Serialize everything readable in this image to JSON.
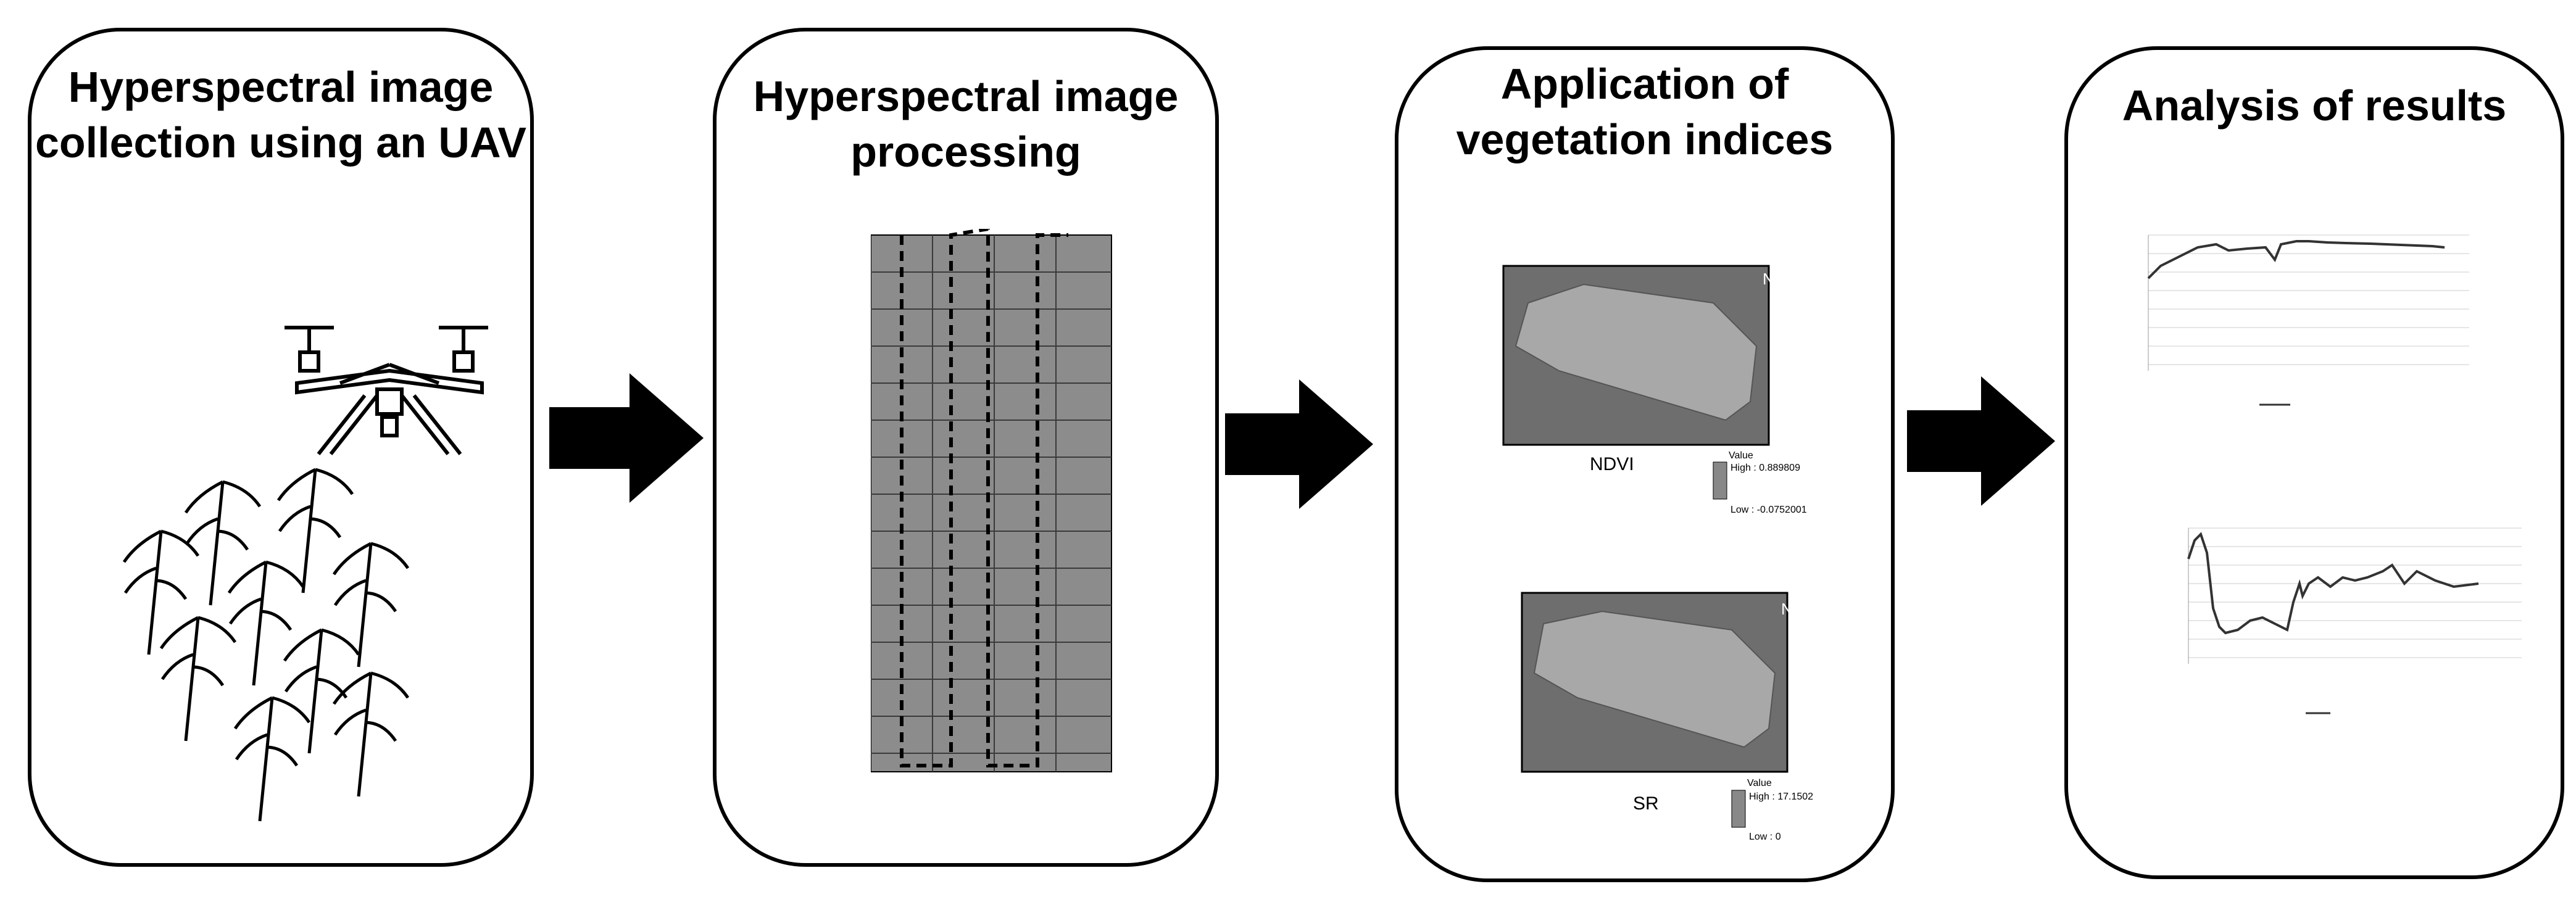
{
  "steps": [
    {
      "title": "Hyperspectral image collection using an UAV"
    },
    {
      "title": "Hyperspectral image processing"
    },
    {
      "title": "Application of vegetation indices",
      "maps": [
        {
          "caption": "NDVI",
          "legend_title": "Value",
          "high": "High : 0.889809",
          "low": "Low : -0.0752001"
        },
        {
          "caption": "SR",
          "legend_title": "Value",
          "high": "High : 17.1502",
          "low": "Low : 0"
        }
      ]
    },
    {
      "title": "Analysis of results"
    }
  ],
  "colors": {
    "stroke": "#000000",
    "panel_fill": "#ffffff",
    "grid_tile": "#8c8c8c",
    "map_gray": "#a8a8a8"
  },
  "icons": [
    "drone-icon",
    "sugarcane-icon",
    "arrow-right-icon"
  ]
}
